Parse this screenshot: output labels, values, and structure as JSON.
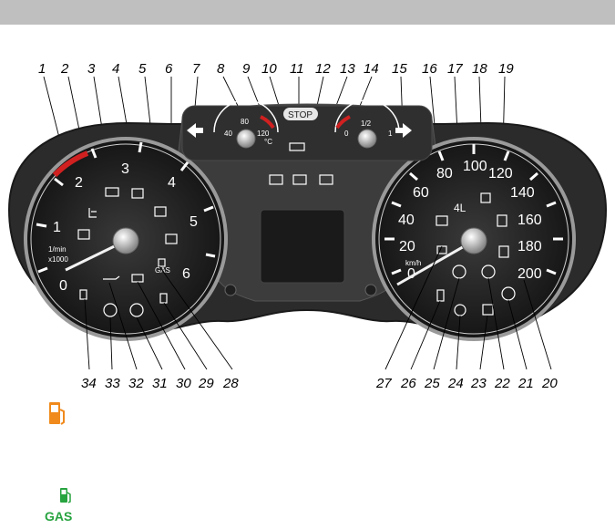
{
  "header": {
    "band_color": "#bfbfbf"
  },
  "callouts": {
    "top": [
      "1",
      "2",
      "3",
      "4",
      "5",
      "6",
      "7",
      "8",
      "9",
      "10",
      "11",
      "12",
      "13",
      "14",
      "15",
      "16",
      "17",
      "18",
      "19"
    ],
    "bottom": [
      "34",
      "33",
      "32",
      "31",
      "30",
      "29",
      "28",
      "27",
      "26",
      "25",
      "24",
      "23",
      "22",
      "21",
      "20"
    ]
  },
  "tachometer": {
    "scale": [
      "0",
      "1",
      "2",
      "3",
      "4",
      "5",
      "6"
    ],
    "unit_line1": "1/min",
    "unit_line2": "x1000",
    "gas_text": "GAS"
  },
  "speedometer": {
    "scale": [
      "0",
      "20",
      "40",
      "60",
      "80",
      "100",
      "120",
      "140",
      "160",
      "180",
      "200"
    ],
    "unit": "km/h",
    "four_l": "4L"
  },
  "temp_gauge": {
    "labels": [
      "40",
      "80",
      "120"
    ],
    "unit": "°C"
  },
  "fuel_gauge": {
    "labels": [
      "0",
      "1/2",
      "1"
    ]
  },
  "stop_text": "STOP",
  "legend": {
    "fuel_icon_color": "#f08a1c",
    "gas_icon_color": "#27a33f",
    "gas_label": "GAS"
  }
}
